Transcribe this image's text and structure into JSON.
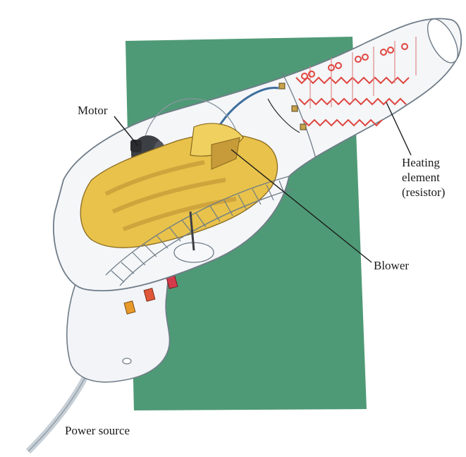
{
  "labels": {
    "motor": "Motor",
    "heating_line1": "Heating",
    "heating_line2": "element",
    "heating_line3": "(resistor)",
    "blower": "Blower",
    "power_source": "Power source"
  },
  "colors": {
    "background_panel": "#4f9a76",
    "dryer_body": "#f4f6f8",
    "dryer_outline": "#6f7c88",
    "heating_coil": "#e0443e",
    "blower_fan": "#e8c24a",
    "blower_shadow": "#c79a3a",
    "motor": "#3c3f44",
    "switch_1": "#e79a2a",
    "switch_2": "#e0573a",
    "switch_3": "#d23b4a",
    "wire": "#3e6f9c"
  }
}
